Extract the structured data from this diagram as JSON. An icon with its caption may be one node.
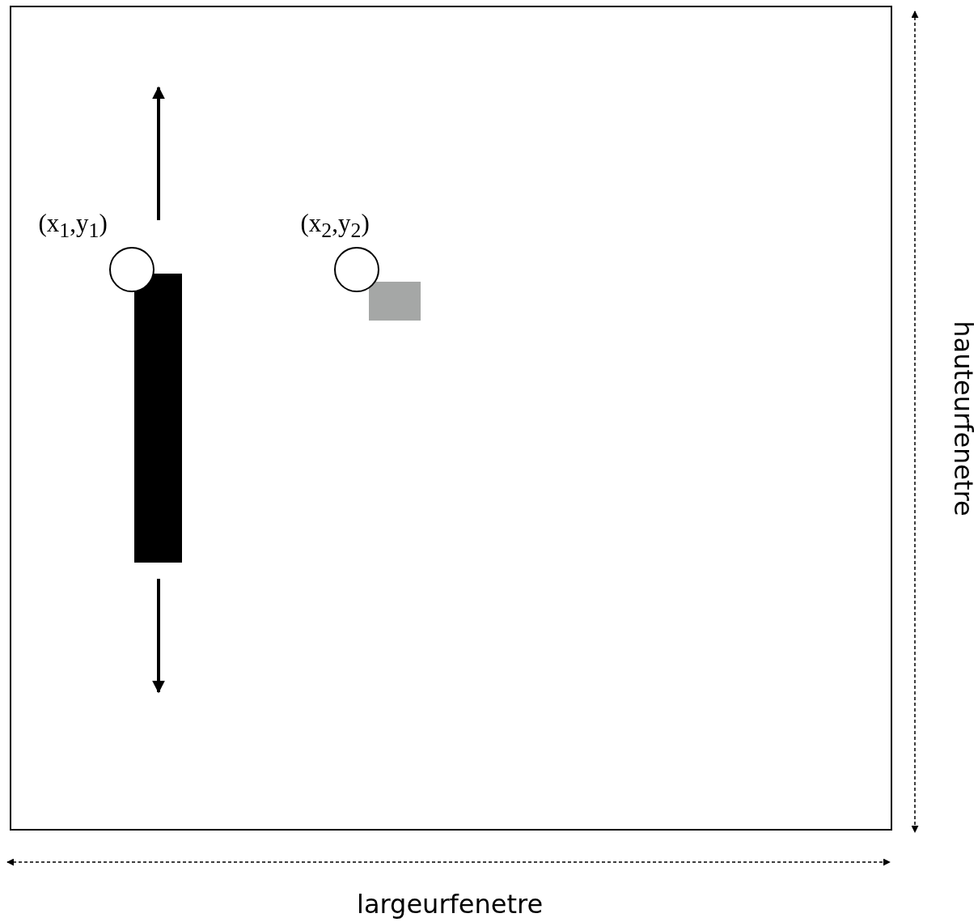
{
  "diagram": {
    "nodes": [
      {
        "text": [],
        "shape": "box"
      },
      {
        "text": [],
        "shape": "bar",
        "in": 0
      },
      {
        "text": [],
        "shape": "box",
        "in": 0
      },
      {
        "text": [],
        "shape": "circle",
        "in": 0,
        "beside": [
          "(x$_{1}$,y$_{1}$)"
        ]
      },
      {
        "text": [],
        "shape": "circle",
        "in": 0,
        "beside": [
          "(x$_{2}$,y$_{2}$)"
        ]
      }
    ],
    "labels": [
      "hauteurfenetre",
      "largeurfenetre"
    ]
  }
}
